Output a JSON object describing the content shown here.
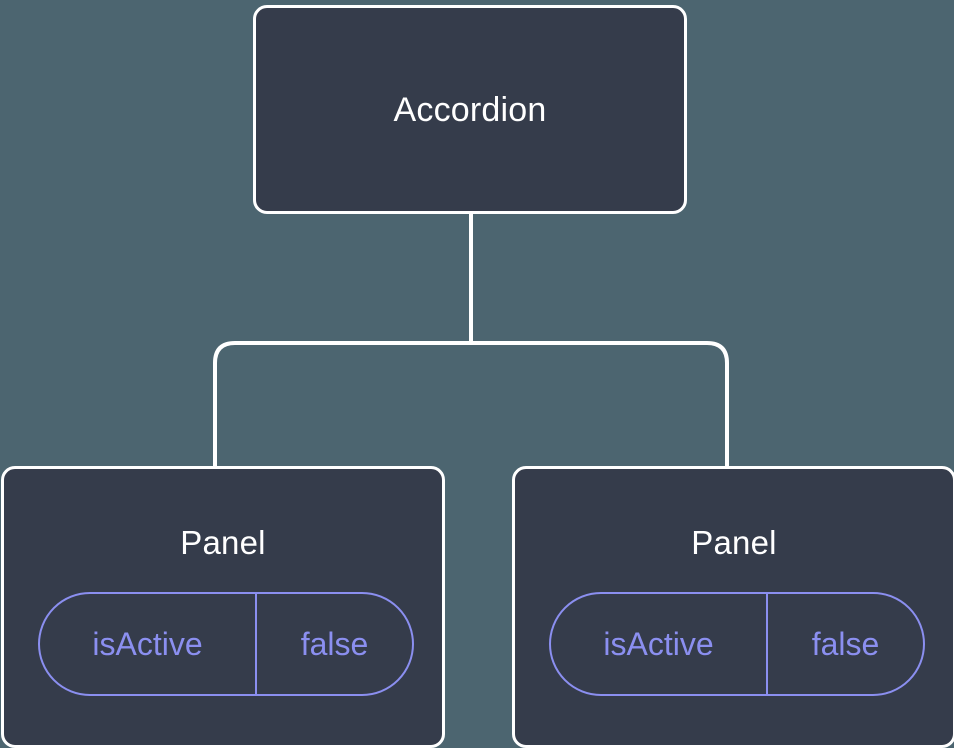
{
  "diagram": {
    "type": "component-tree",
    "orientation": "top-down",
    "background_color": "#4c6570",
    "node_fill_color": "#353c4b",
    "node_border_color": "#ffffff",
    "edge_color": "#ffffff",
    "badge_color": "#8b8ff0",
    "title_color": "#ffffff",
    "root": {
      "label": "Accordion"
    },
    "children": [
      {
        "label": "Panel",
        "props": [
          {
            "key": "isActive",
            "value": "false"
          }
        ]
      },
      {
        "label": "Panel",
        "props": [
          {
            "key": "isActive",
            "value": "false"
          }
        ]
      }
    ],
    "edges": [
      {
        "from": "Accordion",
        "to": "Panel (left)"
      },
      {
        "from": "Accordion",
        "to": "Panel (right)"
      }
    ]
  }
}
